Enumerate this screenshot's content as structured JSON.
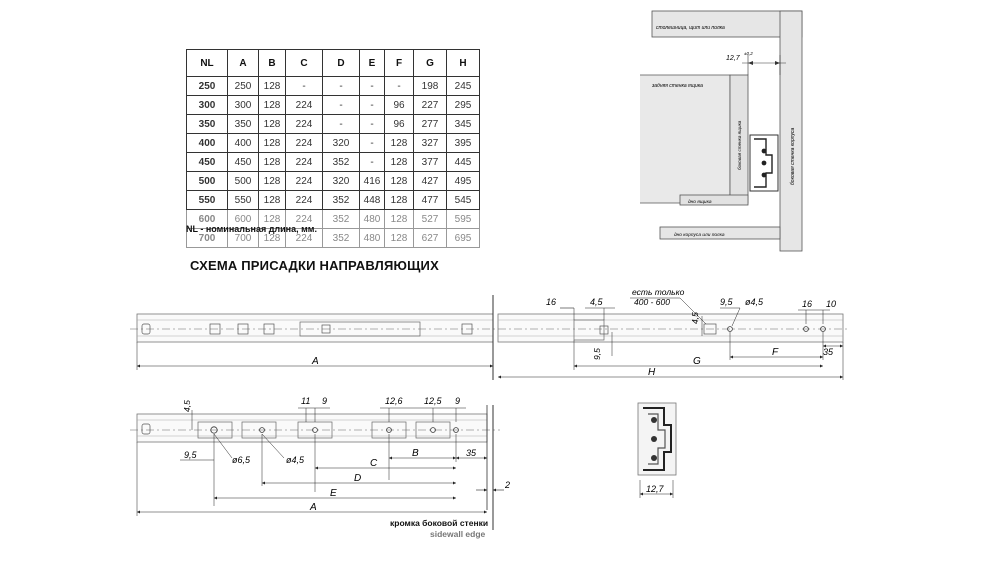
{
  "table": {
    "headers": [
      "NL",
      "A",
      "B",
      "C",
      "D",
      "E",
      "F",
      "G",
      "H"
    ],
    "rows": [
      [
        "250",
        "250",
        "128",
        "-",
        "-",
        "-",
        "-",
        "198",
        "245"
      ],
      [
        "300",
        "300",
        "128",
        "224",
        "-",
        "-",
        "96",
        "227",
        "295"
      ],
      [
        "350",
        "350",
        "128",
        "224",
        "-",
        "-",
        "96",
        "277",
        "345"
      ],
      [
        "400",
        "400",
        "128",
        "224",
        "320",
        "-",
        "128",
        "327",
        "395"
      ],
      [
        "450",
        "450",
        "128",
        "224",
        "352",
        "-",
        "128",
        "377",
        "445"
      ],
      [
        "500",
        "500",
        "128",
        "224",
        "320",
        "416",
        "128",
        "427",
        "495"
      ],
      [
        "550",
        "550",
        "128",
        "224",
        "352",
        "448",
        "128",
        "477",
        "545"
      ],
      [
        "600",
        "600",
        "128",
        "224",
        "352",
        "480",
        "128",
        "527",
        "595"
      ],
      [
        "700",
        "700",
        "128",
        "224",
        "352",
        "480",
        "128",
        "627",
        "695"
      ]
    ],
    "note": "NL - номинальная длина, мм."
  },
  "scheme_title": "СХЕМА ПРИСАДКИ НАПРАВЛЯЮЩИХ",
  "install_diagram": {
    "countertop_label": "столешница, щит или полка",
    "drawer_back_label": "задняя стенка ящика",
    "drawer_side_label": "боковая стенка ящика",
    "cabinet_side_label": "боковая стенка корпуса",
    "drawer_bottom_label": "дно ящика",
    "cabinet_bottom_label": "дно корпуса или полка",
    "gap_dim": "12,7",
    "gap_tol": "±0,2"
  },
  "top_drawing": {
    "dims": {
      "d16": "16",
      "d45a": "4,5",
      "only_note": "есть только",
      "only_range": "400 - 600",
      "d95": "9,5",
      "dia45": "ø4,5",
      "d16b": "16",
      "d10": "10",
      "d45v": "4,5",
      "d95v": "9,5",
      "F": "F",
      "d35": "35",
      "G": "G",
      "H": "H",
      "A": "A"
    }
  },
  "bottom_drawing": {
    "dims": {
      "d45v": "4,5",
      "d11": "11",
      "d9a": "9",
      "d126": "12,6",
      "d125": "12,5",
      "d9b": "9",
      "d95": "9,5",
      "dia65": "ø6,5",
      "dia45": "ø4,5",
      "B": "B",
      "d35": "35",
      "C": "C",
      "D": "D",
      "E": "E",
      "d2": "2",
      "A": "A"
    },
    "edge_label_ru": "кромка боковой стенки",
    "edge_label_en": "sidewall edge"
  },
  "profile": {
    "dim": "12,7"
  }
}
